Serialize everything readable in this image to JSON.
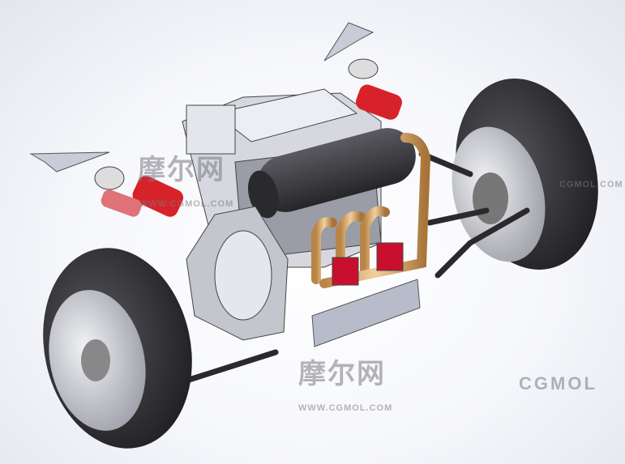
{
  "image": {
    "subject": "cad-render-suspension-engine-assembly",
    "colors": {
      "tire": "#2b2b2d",
      "rim": "#c8c9cf",
      "spring": "#d8222a",
      "exhaust": "#d9a76a",
      "engine": "#d7d8df",
      "muffler": "#3a3a3e",
      "tail_light": "#c8102e"
    }
  },
  "watermarks": {
    "center_cn": "摩尔网",
    "center_url": "WWW.CGMOL.COM",
    "bottom_cn": "摩尔网",
    "bottom_url": "WWW.CGMOL.COM",
    "right_brand": "CGMOL",
    "mid_right_url": "CGMOL.COM"
  }
}
